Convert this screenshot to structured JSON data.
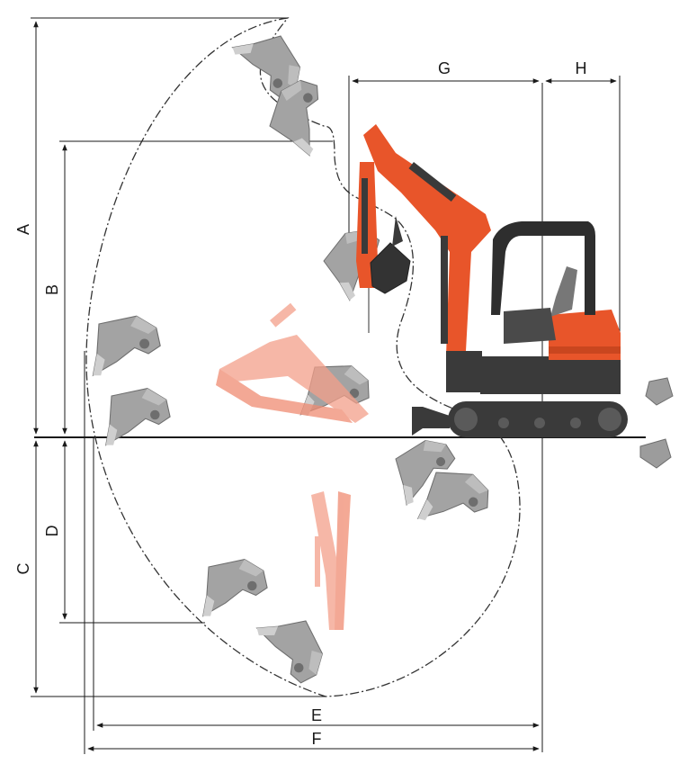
{
  "diagram": {
    "type": "excavator-working-range",
    "dimension_labels": {
      "A": "A",
      "B": "B",
      "C": "C",
      "D": "D",
      "E": "E",
      "F": "F",
      "G": "G",
      "H": "H"
    },
    "colors": {
      "line": "#1a1a1a",
      "envelope": "#333333",
      "machine_orange": "#e8552a",
      "machine_orange_light": "#f0937a",
      "machine_dark": "#3a3a3a",
      "bucket_gray": "#9c9c9c",
      "bucket_gray_dark": "#7d7d7d"
    }
  }
}
